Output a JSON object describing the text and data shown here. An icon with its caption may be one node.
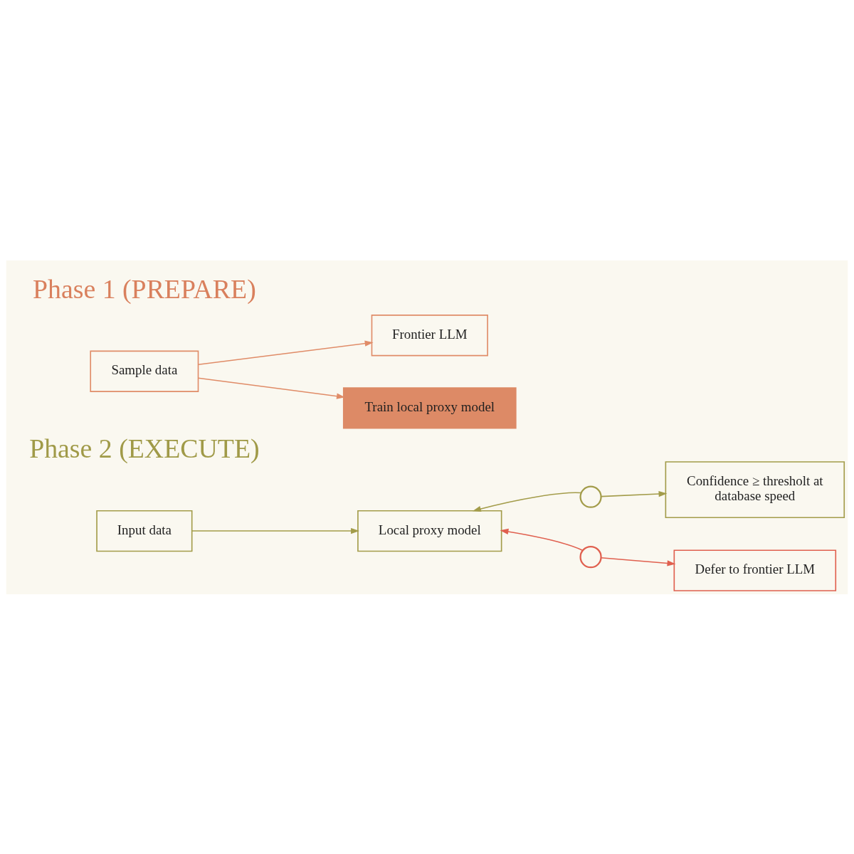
{
  "diagram": {
    "nodes": [
      {
        "text": [
          "Sample data"
        ]
      },
      {
        "text": [
          "Frontier LLM"
        ]
      },
      {
        "text": [
          "Train local proxy model"
        ]
      },
      {
        "text": [
          "Input data"
        ]
      },
      {
        "text": [
          "Local proxy model"
        ]
      },
      {
        "text": [],
        "shape": "circle"
      },
      {
        "text": [
          "Confidence ≥ thresholt at database speed"
        ]
      },
      {
        "text": [],
        "shape": "circle"
      },
      {
        "text": [
          "Defer to frontier LLM"
        ]
      }
    ],
    "edges": [
      {
        "from": 0,
        "to": 1,
        "arrow": "to",
        "color": "#e08c68"
      },
      {
        "from": 0,
        "to": 2,
        "arrow": "to",
        "color": "#e08c68"
      },
      {
        "from": 3,
        "to": 4,
        "arrow": "to"
      },
      {
        "from": 5,
        "to": 4,
        "arrow": "to"
      },
      {
        "from": 5,
        "to": 6,
        "arrow": "to"
      },
      {
        "from": 7,
        "to": 4,
        "arrow": "to",
        "color": "#e0604f"
      },
      {
        "from": 7,
        "to": 8,
        "arrow": "to",
        "color": "#e0604f"
      }
    ],
    "labels": [
      "Phase 1 (PREPARE)",
      "Phase 2 (EXECUTE)"
    ]
  }
}
